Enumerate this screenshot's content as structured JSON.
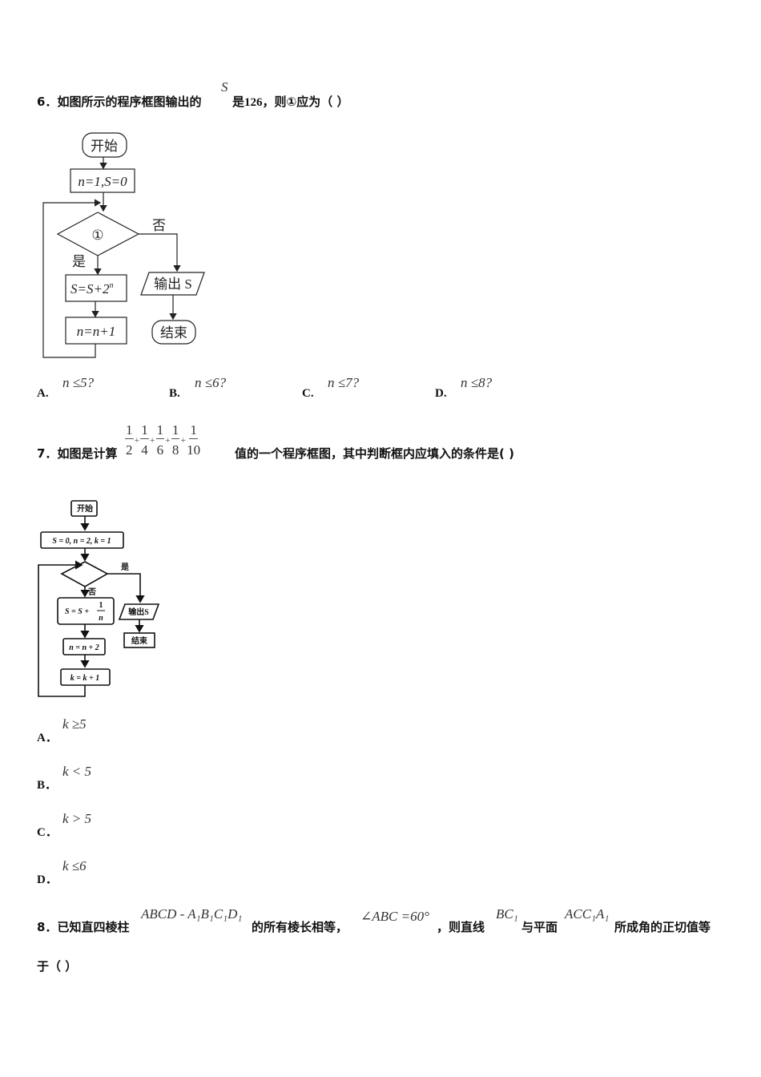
{
  "q6": {
    "number": "6．",
    "text_before": "如图所示的程序框图输出的",
    "var_S": "S",
    "text_after": "是",
    "value": "126",
    "text_end": "，则①应为（    ）",
    "flowchart": {
      "start": "开始",
      "init": "n=1,S=0",
      "condition": "①",
      "no_label": "否",
      "yes_label": "是",
      "step1": "S=S+2",
      "step1_exp": "n",
      "step2": "n=n+1",
      "output": "输出 S",
      "end": "结束"
    },
    "options": [
      {
        "label": "A.",
        "value": "n ≤5?"
      },
      {
        "label": "B.",
        "value": "n ≤6?"
      },
      {
        "label": "C.",
        "value": "n ≤7?"
      },
      {
        "label": "D.",
        "value": "n ≤8?"
      }
    ]
  },
  "q7": {
    "number": "7．",
    "text_before": "如图是计算",
    "fractions": [
      {
        "num": "1",
        "den": "2"
      },
      {
        "num": "1",
        "den": "4"
      },
      {
        "num": "1",
        "den": "6"
      },
      {
        "num": "1",
        "den": "8"
      },
      {
        "num": "1",
        "den": "10"
      }
    ],
    "plus": "+",
    "text_after": "值的一个程序框图，其中判断框内应填入的条件是(    )",
    "flowchart": {
      "start": "开始",
      "init": "S = 0, n = 2, k = 1",
      "yes_label": "是",
      "no_label": "否",
      "step1": "S = S +",
      "step1_num": "1",
      "step1_den": "n",
      "step2": "n = n + 2",
      "step3": "k = k + 1",
      "output": "输出S",
      "end": "结束"
    },
    "options": [
      {
        "label": "A．",
        "value": "k ≥5"
      },
      {
        "label": "B．",
        "value": "k < 5"
      },
      {
        "label": "C．",
        "value": "k > 5"
      },
      {
        "label": "D．",
        "value": "k ≤6"
      }
    ]
  },
  "q8": {
    "number": "8．",
    "text1": "已知直四棱柱",
    "prism": "ABCD - A₁B₁C₁D₁",
    "text2": "的所有棱长相等，",
    "angle": "∠ABC =60°",
    "text3": "，则直线",
    "line": "BC₁",
    "text4": "与平面",
    "plane": "ACC₁A₁",
    "text5": "所成角的正切值等",
    "text6": "于（    ）"
  }
}
